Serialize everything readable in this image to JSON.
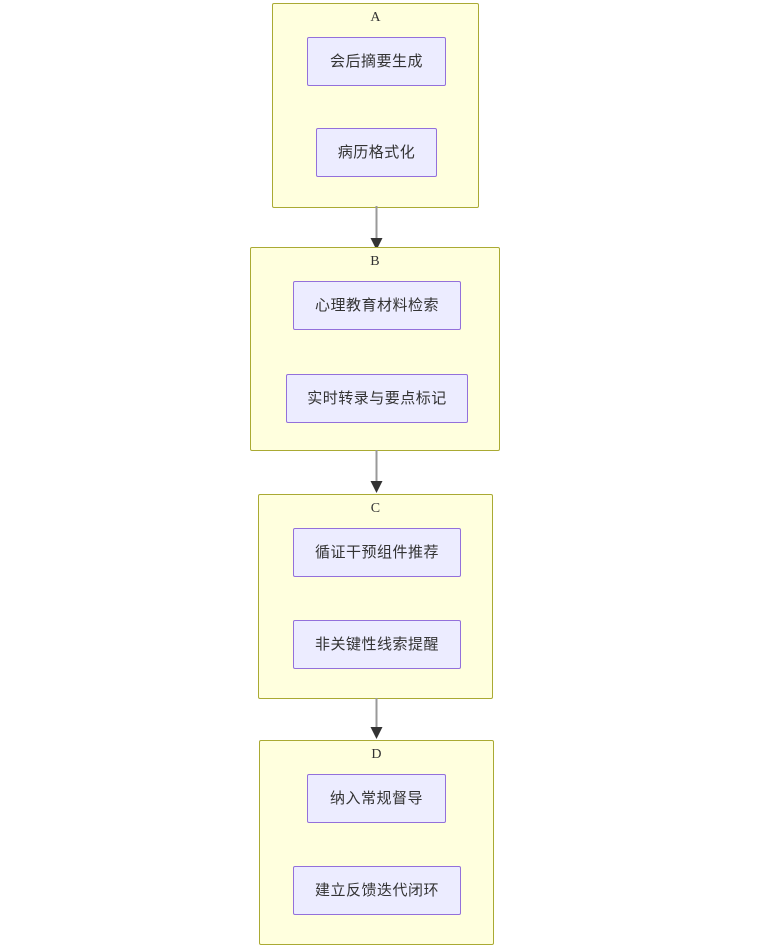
{
  "diagram": {
    "type": "flowchart",
    "direction": "top-to-bottom",
    "background_color": "#ffffff",
    "cluster_fill": "#ffffde",
    "cluster_stroke": "#aaaa33",
    "node_fill": "#ececff",
    "node_stroke": "#9370db",
    "edge_color": "#999999",
    "arrowhead_color": "#333333",
    "clusters": [
      {
        "id": "A",
        "label": "A",
        "nodes": [
          {
            "id": "A1",
            "label": "会后摘要生成"
          },
          {
            "id": "A2",
            "label": "病历格式化"
          }
        ]
      },
      {
        "id": "B",
        "label": "B",
        "nodes": [
          {
            "id": "B1",
            "label": "心理教育材料检索"
          },
          {
            "id": "B2",
            "label": "实时转录与要点标记"
          }
        ]
      },
      {
        "id": "C",
        "label": "C",
        "nodes": [
          {
            "id": "C1",
            "label": "循证干预组件推荐"
          },
          {
            "id": "C2",
            "label": "非关键性线索提醒"
          }
        ]
      },
      {
        "id": "D",
        "label": "D",
        "nodes": [
          {
            "id": "D1",
            "label": "纳入常规督导"
          },
          {
            "id": "D2",
            "label": "建立反馈迭代闭环"
          }
        ]
      }
    ],
    "edges": [
      {
        "id": "edge-a-b",
        "from": "A",
        "to": "B"
      },
      {
        "id": "edge-b-c",
        "from": "B",
        "to": "C"
      },
      {
        "id": "edge-c-d",
        "from": "C",
        "to": "D"
      }
    ]
  }
}
